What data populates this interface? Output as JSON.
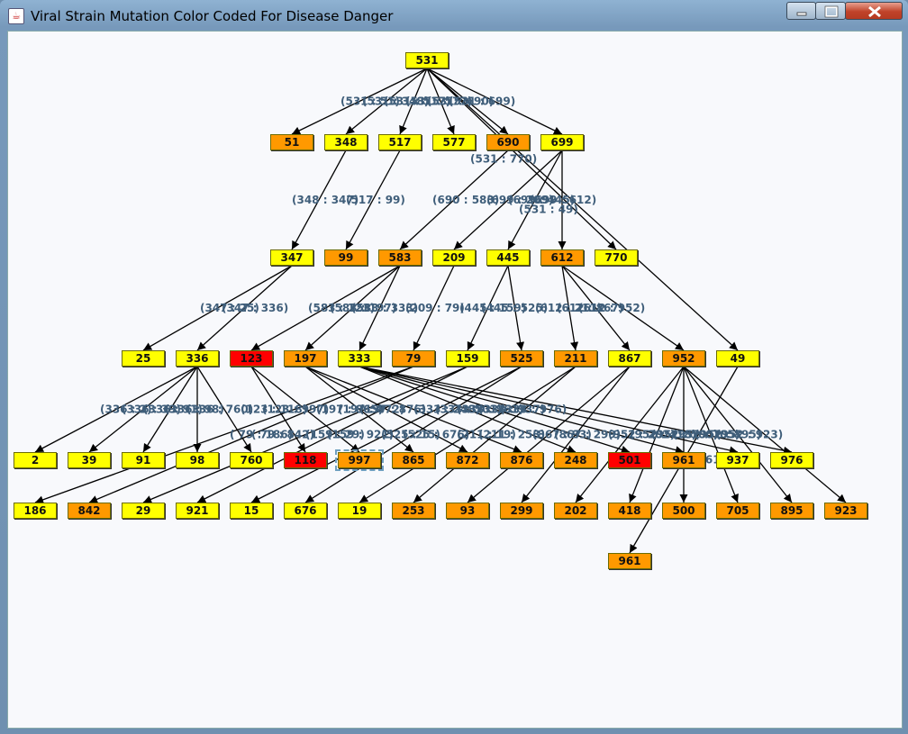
{
  "window": {
    "title": "Viral Strain Mutation Color Coded For Disease Danger"
  },
  "colors": {
    "yellow": "#ffff00",
    "orange": "#ff9900",
    "red": "#ff0000",
    "arrow": "#000000",
    "label": "#3f5e7a"
  },
  "nodes": [
    {
      "id": "531",
      "c": "yellow"
    },
    {
      "id": "51",
      "c": "orange"
    },
    {
      "id": "348",
      "c": "yellow"
    },
    {
      "id": "517",
      "c": "yellow"
    },
    {
      "id": "577",
      "c": "yellow"
    },
    {
      "id": "690",
      "c": "orange"
    },
    {
      "id": "699",
      "c": "yellow"
    },
    {
      "id": "347",
      "c": "yellow"
    },
    {
      "id": "99",
      "c": "orange"
    },
    {
      "id": "583",
      "c": "orange"
    },
    {
      "id": "209",
      "c": "yellow"
    },
    {
      "id": "445",
      "c": "yellow"
    },
    {
      "id": "612",
      "c": "orange"
    },
    {
      "id": "770",
      "c": "yellow"
    },
    {
      "id": "25",
      "c": "yellow"
    },
    {
      "id": "336",
      "c": "yellow"
    },
    {
      "id": "123",
      "c": "red"
    },
    {
      "id": "197",
      "c": "orange"
    },
    {
      "id": "333",
      "c": "yellow"
    },
    {
      "id": "79",
      "c": "orange"
    },
    {
      "id": "159",
      "c": "yellow"
    },
    {
      "id": "525",
      "c": "orange"
    },
    {
      "id": "211",
      "c": "orange"
    },
    {
      "id": "867",
      "c": "yellow"
    },
    {
      "id": "952",
      "c": "orange"
    },
    {
      "id": "49",
      "c": "yellow"
    },
    {
      "id": "2",
      "c": "yellow"
    },
    {
      "id": "39",
      "c": "yellow"
    },
    {
      "id": "91",
      "c": "yellow"
    },
    {
      "id": "98",
      "c": "yellow"
    },
    {
      "id": "760",
      "c": "yellow"
    },
    {
      "id": "118",
      "c": "red"
    },
    {
      "id": "997",
      "c": "orange",
      "selected": true
    },
    {
      "id": "865",
      "c": "orange"
    },
    {
      "id": "872",
      "c": "orange"
    },
    {
      "id": "876",
      "c": "orange"
    },
    {
      "id": "248",
      "c": "orange"
    },
    {
      "id": "501",
      "c": "red"
    },
    {
      "id": "961x",
      "label": "961",
      "c": "orange"
    },
    {
      "id": "937",
      "c": "yellow"
    },
    {
      "id": "976",
      "c": "yellow"
    },
    {
      "id": "186",
      "c": "yellow"
    },
    {
      "id": "842",
      "c": "orange"
    },
    {
      "id": "29",
      "c": "yellow"
    },
    {
      "id": "921",
      "c": "yellow"
    },
    {
      "id": "15",
      "c": "yellow"
    },
    {
      "id": "676",
      "c": "yellow"
    },
    {
      "id": "19",
      "c": "yellow"
    },
    {
      "id": "253",
      "c": "orange"
    },
    {
      "id": "93",
      "c": "orange"
    },
    {
      "id": "299",
      "c": "orange"
    },
    {
      "id": "202",
      "c": "orange"
    },
    {
      "id": "418",
      "c": "orange"
    },
    {
      "id": "500",
      "c": "orange"
    },
    {
      "id": "705",
      "c": "orange"
    },
    {
      "id": "895",
      "c": "orange"
    },
    {
      "id": "923",
      "c": "orange"
    },
    {
      "id": "961",
      "c": "orange"
    }
  ],
  "edges": [
    [
      "531",
      "51"
    ],
    [
      "531",
      "348"
    ],
    [
      "531",
      "517"
    ],
    [
      "531",
      "577"
    ],
    [
      "531",
      "690"
    ],
    [
      "531",
      "699"
    ],
    [
      "531",
      "770"
    ],
    [
      "531",
      "49"
    ],
    [
      "348",
      "347"
    ],
    [
      "517",
      "99"
    ],
    [
      "690",
      "583"
    ],
    [
      "699",
      "209"
    ],
    [
      "699",
      "445"
    ],
    [
      "699",
      "612"
    ],
    [
      "347",
      "25"
    ],
    [
      "347",
      "336"
    ],
    [
      "583",
      "123"
    ],
    [
      "583",
      "197"
    ],
    [
      "583",
      "333"
    ],
    [
      "209",
      "79"
    ],
    [
      "445",
      "159"
    ],
    [
      "445",
      "525"
    ],
    [
      "612",
      "211"
    ],
    [
      "612",
      "867"
    ],
    [
      "612",
      "952"
    ],
    [
      "336",
      "2"
    ],
    [
      "336",
      "39"
    ],
    [
      "336",
      "91"
    ],
    [
      "336",
      "98"
    ],
    [
      "336",
      "760"
    ],
    [
      "123",
      "118"
    ],
    [
      "123",
      "997"
    ],
    [
      "197",
      "865"
    ],
    [
      "197",
      "872"
    ],
    [
      "197",
      "876"
    ],
    [
      "333",
      "248"
    ],
    [
      "333",
      "501"
    ],
    [
      "333",
      "961x"
    ],
    [
      "333",
      "937"
    ],
    [
      "333",
      "976"
    ],
    [
      "79",
      "186"
    ],
    [
      "79",
      "842"
    ],
    [
      "159",
      "29"
    ],
    [
      "159",
      "921"
    ],
    [
      "525",
      "15"
    ],
    [
      "525",
      "676"
    ],
    [
      "211",
      "19"
    ],
    [
      "211",
      "253"
    ],
    [
      "867",
      "93"
    ],
    [
      "867",
      "299"
    ],
    [
      "952",
      "202"
    ],
    [
      "952",
      "418"
    ],
    [
      "952",
      "500"
    ],
    [
      "952",
      "705"
    ],
    [
      "952",
      "895"
    ],
    [
      "952",
      "923"
    ],
    [
      "49",
      "961"
    ]
  ],
  "edge_labels": [
    "(531 : 51)",
    "(531 : 348)",
    "(531 : 517)",
    "(531 : 577)",
    "(531 : 690)",
    "(531 : 699)",
    "(531 : 770)",
    "(531 : 49)",
    "(348 : 347)",
    "(517 : 99)",
    "(690 : 583)",
    "(699 : 209)",
    "(699 : 445)",
    "(699 : 612)",
    "(347 : 25)",
    "(347 : 336)",
    "(583 : 123)",
    "(583 : 197)",
    "(583 : 333)",
    "(209 : 79)",
    "(445 : 159)",
    "(445 : 525)",
    "(612 : 211)",
    "(612 : 867)",
    "(612 : 952)",
    "(336 : 2)",
    "(336 : 39)",
    "(336 : 91)",
    "(336 : 98)",
    "(336 : 760)",
    "(123 : 118)",
    "(123 : 997)",
    "(197 : 865)",
    "(197 : 872)",
    "(197 : 876)",
    "(333 : 248)",
    "(333 : 501)",
    "(333 : 961)",
    "(333 : 937)",
    "(333 : 976)",
    "( 79 : 186)",
    "( 79 : 842)",
    "(159 : 29)",
    "(159 : 921)",
    "(525 : 15)",
    "(525 : 676)",
    "(211 : 19)",
    "(211 : 253)",
    "(867 : 93)",
    "(867 : 299)",
    "(952 : 202)",
    "(952 : 418)",
    "(952 : 500)",
    "(952 : 705)",
    "(952 : 895)",
    "(952 : 923)",
    "( 49 : 961)"
  ]
}
